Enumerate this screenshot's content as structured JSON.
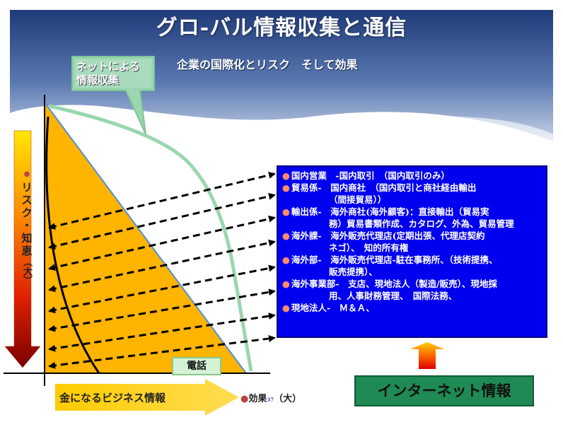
{
  "header": {
    "title": "グロ-バル情報収集と通信",
    "subtitle": "企業の国際化とリスク　そして効果"
  },
  "callout": {
    "line1": "ネットによる",
    "line2": "情報収集"
  },
  "vertical_axis": {
    "label_chars": [
      "リ",
      "ス",
      "ク",
      "・",
      "知",
      "恵",
      "（大）"
    ]
  },
  "info_box": {
    "items": [
      {
        "line1": "国内営業　-国内取引　（国内取引のみ）",
        "line2": ""
      },
      {
        "line1": "貿易係-　国内商社　（国内取引と商社経由輸出",
        "line2": "（間接貿易））"
      },
      {
        "line1": "輸出係-　海外商社(海外顧客)：直接輸出（貿易実",
        "line2": "務）貿易書類作成、カタログ、外為、貿易管理"
      },
      {
        "line1": "海外課-　海外販売代理店(定期出張、代理店契約",
        "line2": "ネゴ）、　知的所有権"
      },
      {
        "line1": "海外部-　海外販売代理店-駐在事務所、（技術提携、",
        "line2": "販売提携）、"
      },
      {
        "line1": "海外事業部-　支店、現地法人（製造/販売）、現地採",
        "line2": "用、人事財務管理、　国際法務、"
      },
      {
        "line1": "現地法人-　Ｍ＆Ａ、",
        "line2": ""
      }
    ]
  },
  "labels": {
    "phone": "電話",
    "money": "金になるビジネス情報",
    "effect": "効果",
    "effect_small": "37",
    "effect_suffix": "（大）",
    "internet": "インターネット情報"
  },
  "colors": {
    "header_dark": "#1f3a78",
    "triangle": "#ffb400",
    "info_box": "#0000ee",
    "internet_box": "#1f8a54",
    "green_curve": "#9ad6b0",
    "money_arrow": "#ffc000"
  }
}
